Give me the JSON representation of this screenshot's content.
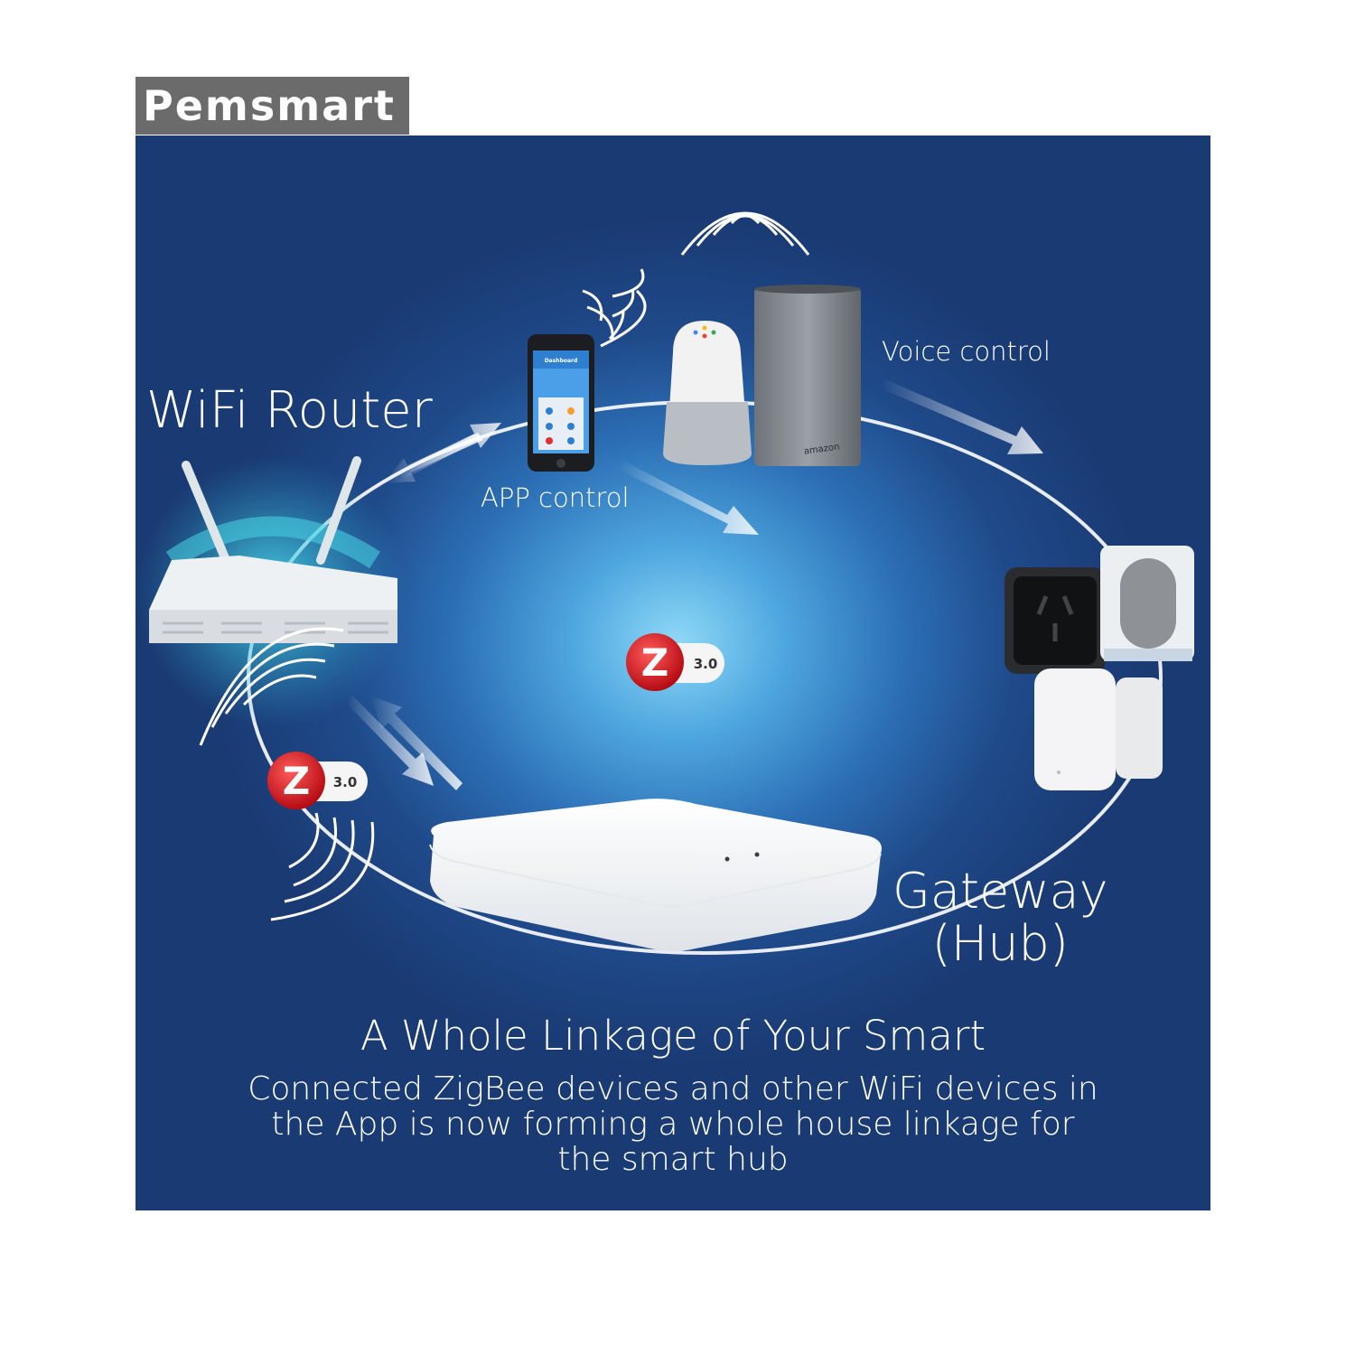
{
  "brand": {
    "logo_text": "Pemsmart"
  },
  "labels": {
    "wifi_router": "WiFi Router",
    "app_control": "APP control",
    "voice_control": "Voice control",
    "gateway_line1": "Gateway",
    "gateway_line2": "(Hub)"
  },
  "zigbee_badge": {
    "letter": "Z",
    "version": "3.0"
  },
  "device_text": {
    "speaker_brand": "amazon",
    "phone_screen_title": "Dashboard"
  },
  "headline": "A Whole Linkage of Your Smart",
  "description": "Connected ZigBee devices and other WiFi devices in the App is now forming a whole house linkage for the smart hub",
  "colors": {
    "panel_dark": "#1a3a73",
    "panel_glow": "#8fd8f6",
    "badge_red": "#d8121b",
    "brand_bg": "#6b6b6b"
  },
  "icons": [
    "wifi-router-icon",
    "smartphone-icon",
    "smart-speaker-icon",
    "gateway-hub-icon",
    "smart-plug-icon",
    "motion-sensor-icon",
    "door-sensor-icon",
    "zigbee-badge-icon",
    "signal-waves-icon",
    "arrow-icon"
  ]
}
